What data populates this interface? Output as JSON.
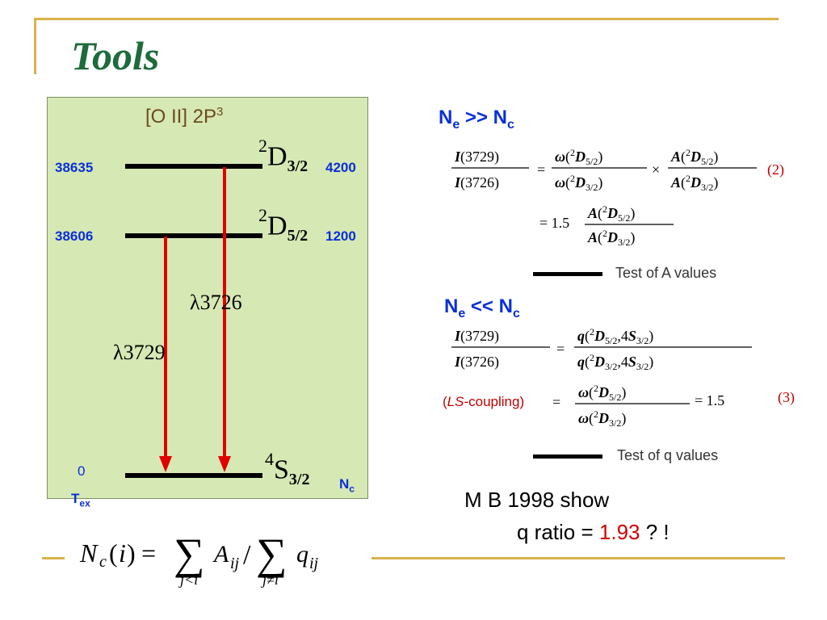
{
  "slide": {
    "title": "Tools"
  },
  "panel": {
    "heading": "[O II] 2P",
    "heading_sup": "3",
    "levels": [
      {
        "energy": "38635",
        "term_sup": "2",
        "term": "D",
        "term_sub": "3/2",
        "critical": "4200"
      },
      {
        "energy": "38606",
        "term_sup": "2",
        "term": "D",
        "term_sub": "5/2",
        "critical": "1200"
      },
      {
        "energy": "0",
        "term_sup": "4",
        "term": "S",
        "term_sub": "3/2",
        "critical": ""
      }
    ],
    "transitions": [
      "λ3726",
      "λ3729"
    ],
    "tex": "T",
    "tex_sub": "ex",
    "nc": "N",
    "nc_sub": "c",
    "arrow_color": "#e00000"
  },
  "high_density": {
    "label": "N",
    "sub1": "e",
    "rel": " >> N",
    "sub2": "c",
    "eq_number": "(2)",
    "ratio_factor": "= 1.5",
    "legend": "Test of A values"
  },
  "low_density": {
    "label": "N",
    "sub1": "e",
    "rel": " << N",
    "sub2": "c",
    "ls_prefix": "(",
    "ls_italic": "LS",
    "ls_suffix": "-coupling)",
    "eq_result": "= 1.5",
    "eq_number": "(3)",
    "legend": "Test of q values"
  },
  "note": {
    "line1": "M B 1998 show",
    "line2a": "q  ratio = ",
    "value": "1.93",
    "line2b": "  ? !"
  },
  "colors": {
    "accent": "#d9b24a",
    "title": "#1e6b3c",
    "panel": "#d6e8b4",
    "blue": "#0a2fd8",
    "red": "#d40000"
  }
}
